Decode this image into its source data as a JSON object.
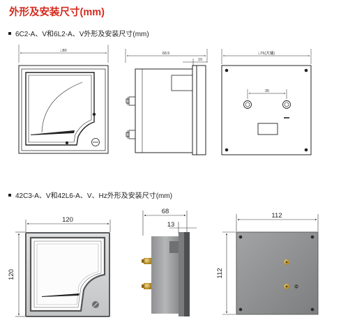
{
  "page": {
    "title": "外形及安装尺寸(mm)",
    "title_color": "#d42a1d"
  },
  "section1": {
    "title": "6C2-A、V和6L2-A、V外形及安装尺寸(mm)",
    "dims": {
      "front_width": "□80",
      "side_depth": "68.5",
      "side_flange": "10",
      "panel_cutout": "□76(大端)",
      "terminal_spacing": "35"
    }
  },
  "section2": {
    "title": "42C3-A、V和42L6-A、V、Hz外形及安装尺寸(mm)",
    "dims": {
      "front_width": "120",
      "front_height": "120",
      "side_depth": "68",
      "side_flange": "13",
      "back_width": "112",
      "back_height": "112"
    }
  }
}
